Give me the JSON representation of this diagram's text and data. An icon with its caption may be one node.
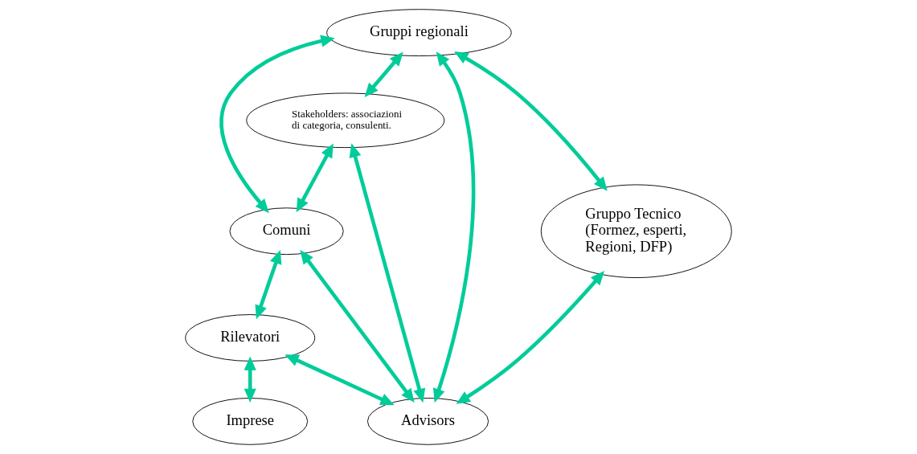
{
  "diagram": {
    "nodes": [
      {
        "text": [
          "Gruppi regionali"
        ]
      },
      {
        "text": [
          "Gruppo Tecnico (Formez, esperti, Regioni, DFP)"
        ]
      },
      {
        "text": [
          "Stakeholders: associazioni di categoria, consulenti."
        ]
      },
      {
        "text": [
          "Comuni"
        ]
      },
      {
        "text": [
          "Rilevatori"
        ]
      },
      {
        "text": [
          "Advisors"
        ]
      },
      {
        "text": [
          "Imprese"
        ]
      }
    ],
    "edges": [
      {
        "from": 0,
        "to": 1,
        "arrow": "both"
      },
      {
        "from": 0,
        "to": 5,
        "arrow": "both"
      },
      {
        "from": 0,
        "to": 2,
        "arrow": "both"
      },
      {
        "from": 0,
        "to": 3,
        "arrow": "both"
      },
      {
        "from": 2,
        "to": 3,
        "arrow": "both"
      },
      {
        "from": 2,
        "to": 5,
        "arrow": "both"
      },
      {
        "from": 1,
        "to": 5,
        "arrow": "both"
      },
      {
        "from": 3,
        "to": 5,
        "arrow": "both"
      },
      {
        "from": 3,
        "to": 4,
        "arrow": "both"
      },
      {
        "from": 4,
        "to": 5,
        "arrow": "both"
      },
      {
        "from": 4,
        "to": 6,
        "arrow": "both"
      }
    ]
  }
}
